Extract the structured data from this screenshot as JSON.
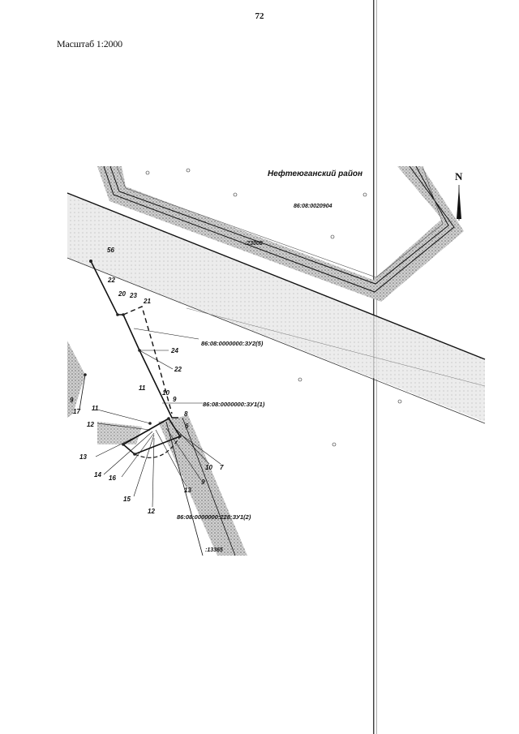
{
  "page": {
    "number": "72",
    "scale": "Масштаб 1:2000"
  },
  "map": {
    "district_label": "Нефтеюганский район",
    "north_arrow": "N",
    "cadastral_block": "86:08:0020904",
    "parcel_zu2_5": "86:08:0000000:ЗУ2(5)",
    "parcel_zu1_1": "86:08:0000000:ЗУ1(1)",
    "parcel_zu1_2": "86:08:0000000:228:ЗУ1(2)",
    "object_23008": ":23008",
    "object_13365": ":13365",
    "point_labels": [
      "56",
      "22",
      "20",
      "23",
      "21",
      "24",
      "22",
      "11",
      "10",
      "9",
      "8",
      "6",
      "9",
      "17",
      "11",
      "12",
      "13",
      "14",
      "16",
      "15",
      "12",
      "13",
      "9",
      "10",
      "7"
    ]
  },
  "colors": {
    "ink": "#111111",
    "hatch": "#9a9a9a",
    "paper": "#ffffff"
  }
}
